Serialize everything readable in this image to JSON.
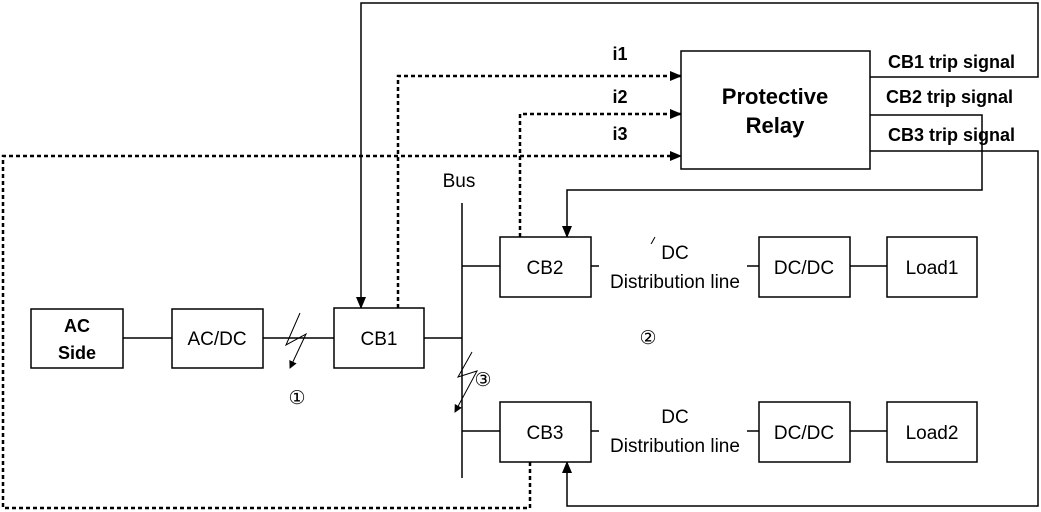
{
  "blocks": {
    "ac_side": [
      "AC",
      "Side"
    ],
    "ac_dc": "AC/DC",
    "cb1": "CB1",
    "cb2": "CB2",
    "cb3": "CB3",
    "dc_dc_1": "DC/DC",
    "dc_dc_2": "DC/DC",
    "load1": "Load1",
    "load2": "Load2",
    "relay": [
      "Protective",
      "Relay"
    ]
  },
  "labels": {
    "bus": "Bus",
    "line1": [
      "DC",
      "Distribution line"
    ],
    "line2": [
      "DC",
      "Distribution line"
    ]
  },
  "signals": {
    "i1": "i1",
    "i2": "i2",
    "i3": "i3",
    "cb1_trip": "CB1 trip signal",
    "cb2_trip": "CB2 trip signal",
    "cb3_trip": "CB3 trip signal"
  },
  "faults": {
    "f1": "①",
    "f2": "②",
    "f3": "③"
  }
}
